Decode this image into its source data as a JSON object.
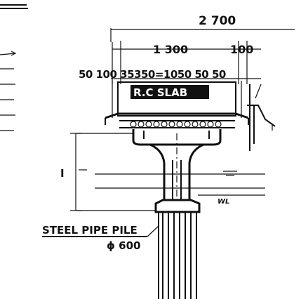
{
  "drawing": {
    "dimensions": {
      "total_width": "2 700",
      "slab_width": "1 300",
      "edge_width": "100",
      "breakdown": "50 100 35350=1050 50 50"
    },
    "labels": {
      "slab": "R.C SLAB",
      "pile_name": "STEEL PIPE PILE",
      "pile_diameter": "ɸ 600",
      "section_mark": "I",
      "level_mark": "WL"
    },
    "colors": {
      "ink": "#111111",
      "paper": "#ffffff"
    }
  }
}
